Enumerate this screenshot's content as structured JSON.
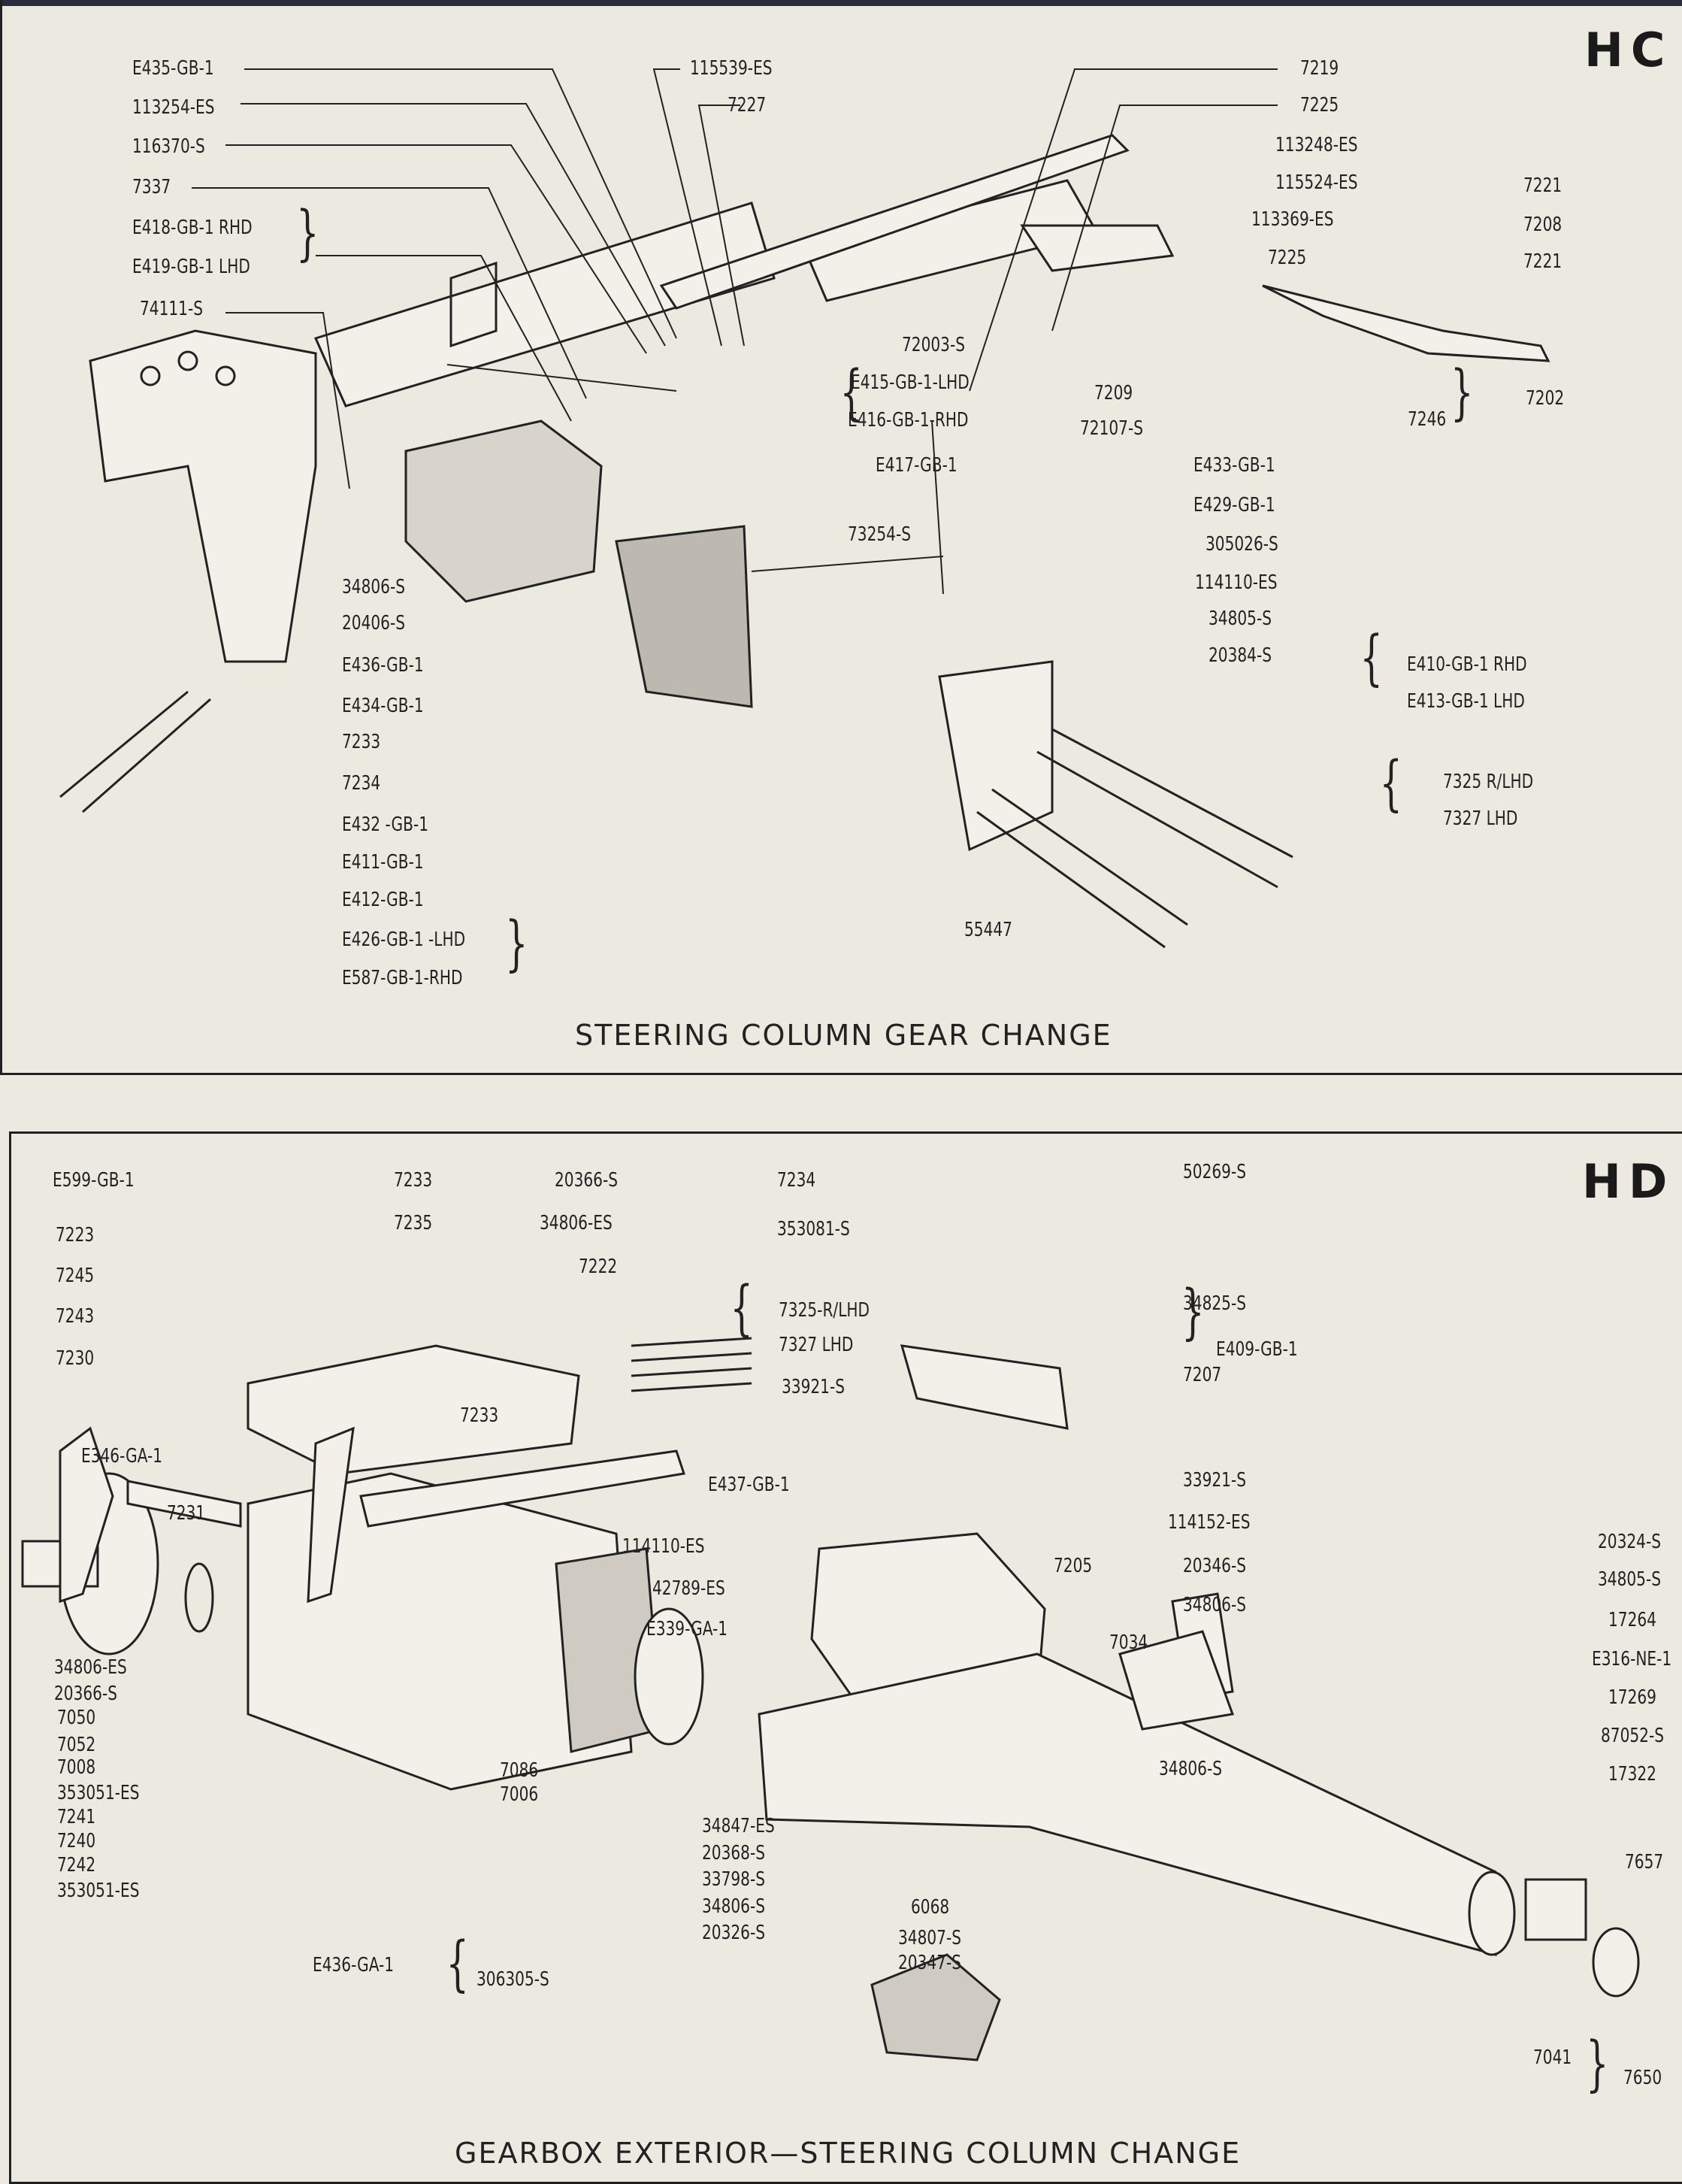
{
  "page": {
    "sections": [
      {
        "code": "HC",
        "caption": "STEERING COLUMN GEAR CHANGE",
        "labels": [
          "E435-GB-1",
          "113254-ES",
          "116370-S",
          "7337",
          "E418-GB-1 RHD",
          "E419-GB-1 LHD",
          "74111-S",
          "115539-ES",
          "7227",
          "7219",
          "7225",
          "113248-ES",
          "115524-ES",
          "113369-ES",
          "7225",
          "7221",
          "7208",
          "7221",
          "72003-S",
          "E415-GB-1-LHD",
          "E416-GB-1-RHD",
          "7209",
          "72107-S",
          "7246",
          "7202",
          "E417-GB-1",
          "E433-GB-1",
          "E429-GB-1",
          "73254-S",
          "305026-S",
          "114110-ES",
          "34805-S",
          "20384-S",
          "E410-GB-1 RHD",
          "E413-GB-1 LHD",
          "7325 R/LHD",
          "7327 LHD",
          "55447",
          "34806-S",
          "20406-S",
          "E436-GB-1",
          "E434-GB-1",
          "7233",
          "7234",
          "E432 -GB-1",
          "E411-GB-1",
          "E412-GB-1",
          "E426-GB-1 -LHD",
          "E587-GB-1-RHD"
        ]
      },
      {
        "code": "HD",
        "caption": "GEARBOX EXTERIOR—STEERING COLUMN CHANGE",
        "labels": [
          "E599-GB-1",
          "7223",
          "7245",
          "7243",
          "7230",
          "E346-GA-1",
          "7231",
          "7233",
          "7235",
          "7233",
          "20366-S",
          "34806-ES",
          "7222",
          "7234",
          "353081-S",
          "7325-R/LHD",
          "7327 LHD",
          "33921-S",
          "E437-GB-1",
          "114110-ES",
          "42789-ES",
          "E339-GA-1",
          "50269-S",
          "34825-S",
          "E409-GB-1",
          "7207",
          "33921-S",
          "114152-ES",
          "7205",
          "20346-S",
          "34806-S",
          "7034",
          "20324-S",
          "34805-S",
          "17264",
          "E316-NE-1",
          "17269",
          "87052-S",
          "34806-S",
          "17322",
          "7657",
          "7041",
          "7650",
          "34806-ES",
          "20366-S",
          "7050",
          "7052",
          "7008",
          "353051-ES",
          "7241",
          "7240",
          "7242",
          "353051-ES",
          "7086",
          "7006",
          "E436-GA-1",
          "306305-S",
          "34847-ES",
          "20368-S",
          "33798-S",
          "34806-S",
          "20326-S",
          "6068",
          "34807-S",
          "20347-S"
        ]
      }
    ]
  }
}
